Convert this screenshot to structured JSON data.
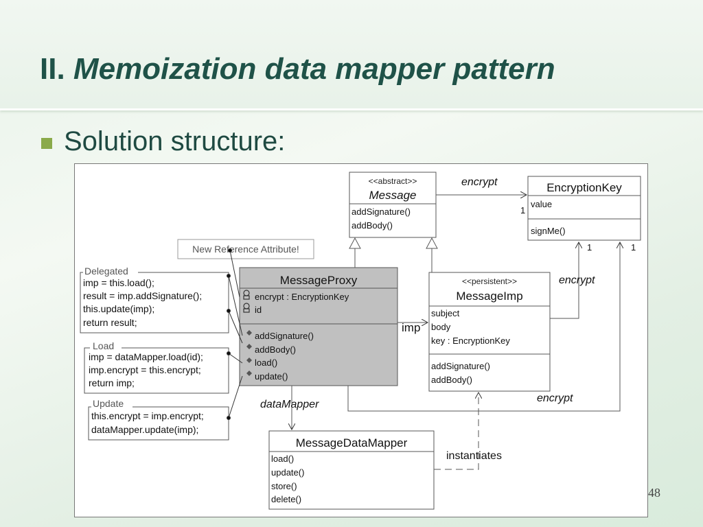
{
  "slide": {
    "title_number": "II.",
    "title_text": "Memoization data mapper pattern",
    "bullet": "Solution structure:",
    "page_number": "48"
  },
  "diagram": {
    "message": {
      "stereotype": "<<abstract>>",
      "name": "Message",
      "ops": [
        "addSignature()",
        "addBody()"
      ]
    },
    "encryption_key": {
      "name": "EncryptionKey",
      "attrs": [
        "value"
      ],
      "ops": [
        "signMe()"
      ]
    },
    "message_proxy": {
      "name": "MessageProxy",
      "attrs": [
        "encrypt : EncryptionKey",
        "id"
      ],
      "ops": [
        "addSignature()",
        "addBody()",
        "load()",
        "update()"
      ]
    },
    "message_imp": {
      "stereotype": "<<persistent>>",
      "name": "MessageImp",
      "attrs": [
        "subject",
        "body",
        "key : EncryptionKey"
      ],
      "ops": [
        "addSignature()",
        "addBody()"
      ]
    },
    "message_data_mapper": {
      "name": "MessageDataMapper",
      "ops": [
        "load()",
        "update()",
        "store()",
        "delete()"
      ]
    },
    "new_reference_note": "New Reference Attribute!",
    "delegated": {
      "title": "Delegated",
      "lines": [
        "imp = this.load();",
        "result = imp.addSignature();",
        "this.update(imp);",
        "return result;"
      ]
    },
    "load_note": {
      "title": "Load",
      "lines": [
        "imp = dataMapper.load(id);",
        "imp.encrypt = this.encrypt;",
        "return imp;"
      ]
    },
    "update_note": {
      "title": "Update",
      "lines": [
        "this.encrypt = imp.encrypt;",
        "dataMapper.update(imp);"
      ]
    },
    "labels": {
      "encrypt_top": "encrypt",
      "encrypt_mid": "encrypt",
      "encrypt_bottom": "encrypt",
      "imp": "imp",
      "data_mapper": "dataMapper",
      "instantiates": "instantiates",
      "mult_1a": "1",
      "mult_1b": "1",
      "mult_1c": "1"
    }
  }
}
